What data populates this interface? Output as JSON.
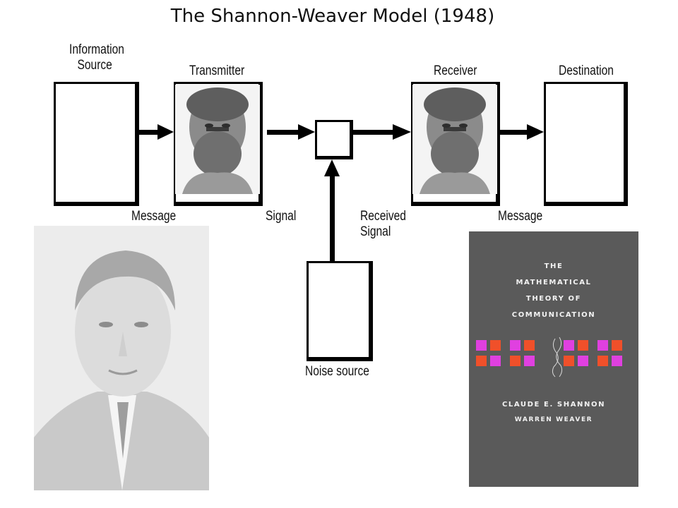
{
  "title": "The Shannon-Weaver Model (1948)",
  "labels": {
    "information_source": [
      "Information",
      "Source"
    ],
    "transmitter": "Transmitter",
    "receiver": "Receiver",
    "destination": "Destination",
    "message_1": "Message",
    "signal": "Signal",
    "received_signal": [
      "Received",
      "Signal"
    ],
    "message_2": "Message",
    "noise_source": "Noise source"
  },
  "book": {
    "lines": [
      "THE",
      "MATHEMATICAL",
      "THEORY OF",
      "COMMUNICATION"
    ],
    "author_1": "CLAUDE E. SHANNON",
    "author_2": "WARREN WEAVER",
    "colors": {
      "background": "#5a5a5a",
      "magenta": "#e040e0",
      "orange": "#f0502a"
    }
  }
}
